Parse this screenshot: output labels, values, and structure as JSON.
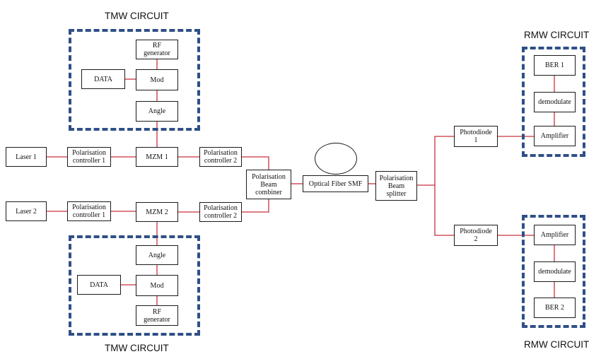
{
  "colors": {
    "wire": "#c8323c",
    "dashed_border": "#2f4f86",
    "box_border": "#1a1a1a"
  },
  "titles": {
    "tmw_top": "TMW CIRCUIT",
    "tmw_bottom": "TMW CIRCUIT",
    "rmw_top": "RMW CIRCUIT",
    "rmw_bottom": "RMW CIRCUIT"
  },
  "tmw_top": {
    "rf": "RF\ngenerator",
    "data": "DATA",
    "mod": "Mod",
    "angle": "Angle"
  },
  "tmw_bottom": {
    "angle": "Angle",
    "data": "DATA",
    "mod": "Mod",
    "rf": "RF\ngenerator"
  },
  "transmitter": {
    "laser1": "Laser 1",
    "laser2": "Laser 2",
    "pc1_top": "Polarisation\ncontroller 1",
    "pc1_bottom": "Polarisation\ncontroller 1",
    "mzm1": "MZM 1",
    "mzm2": "MZM 2",
    "pc2_top": "Polarisation\ncontroller 2",
    "pc2_bottom": "Polarisation\ncontroller 2",
    "combiner": "Polarisation\nBeam\ncombiner"
  },
  "link": {
    "fiber": "Optical Fiber SMF",
    "splitter": "Polarisation\nBeam\nsplitter"
  },
  "receiver": {
    "pd1": "Photodiode\n1",
    "pd2": "Photodiode\n2"
  },
  "rmw_top": {
    "ber": "BER 1",
    "demod": "demodulate",
    "amp": "Amplifier"
  },
  "rmw_bottom": {
    "amp": "Amplifier",
    "demod": "demodulate",
    "ber": "BER 2"
  }
}
